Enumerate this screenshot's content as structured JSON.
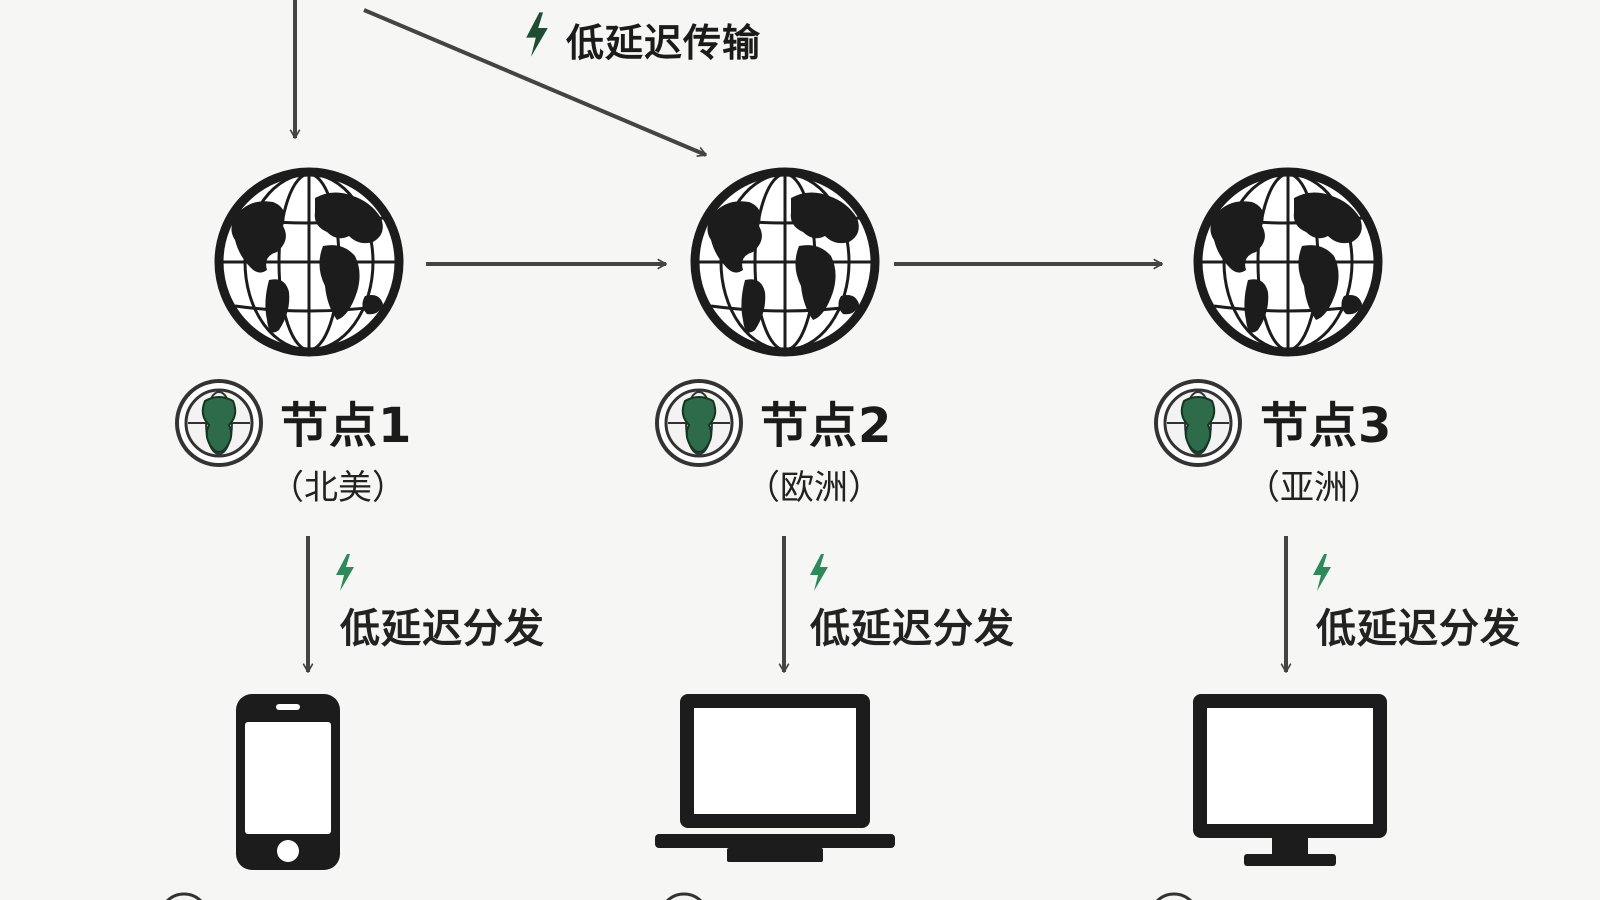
{
  "diagram": {
    "top_link_label": "低延迟传输",
    "distribution_label": "低延迟分发",
    "accent_color": "#2e6b4a",
    "line_color": "#444444",
    "nodes": [
      {
        "name": "节点1",
        "region": "（北美）",
        "device": "smartphone-icon"
      },
      {
        "name": "节点2",
        "region": "（欧洲）",
        "device": "laptop-icon"
      },
      {
        "name": "节点3",
        "region": "（亚洲）",
        "device": "monitor-icon"
      }
    ]
  }
}
